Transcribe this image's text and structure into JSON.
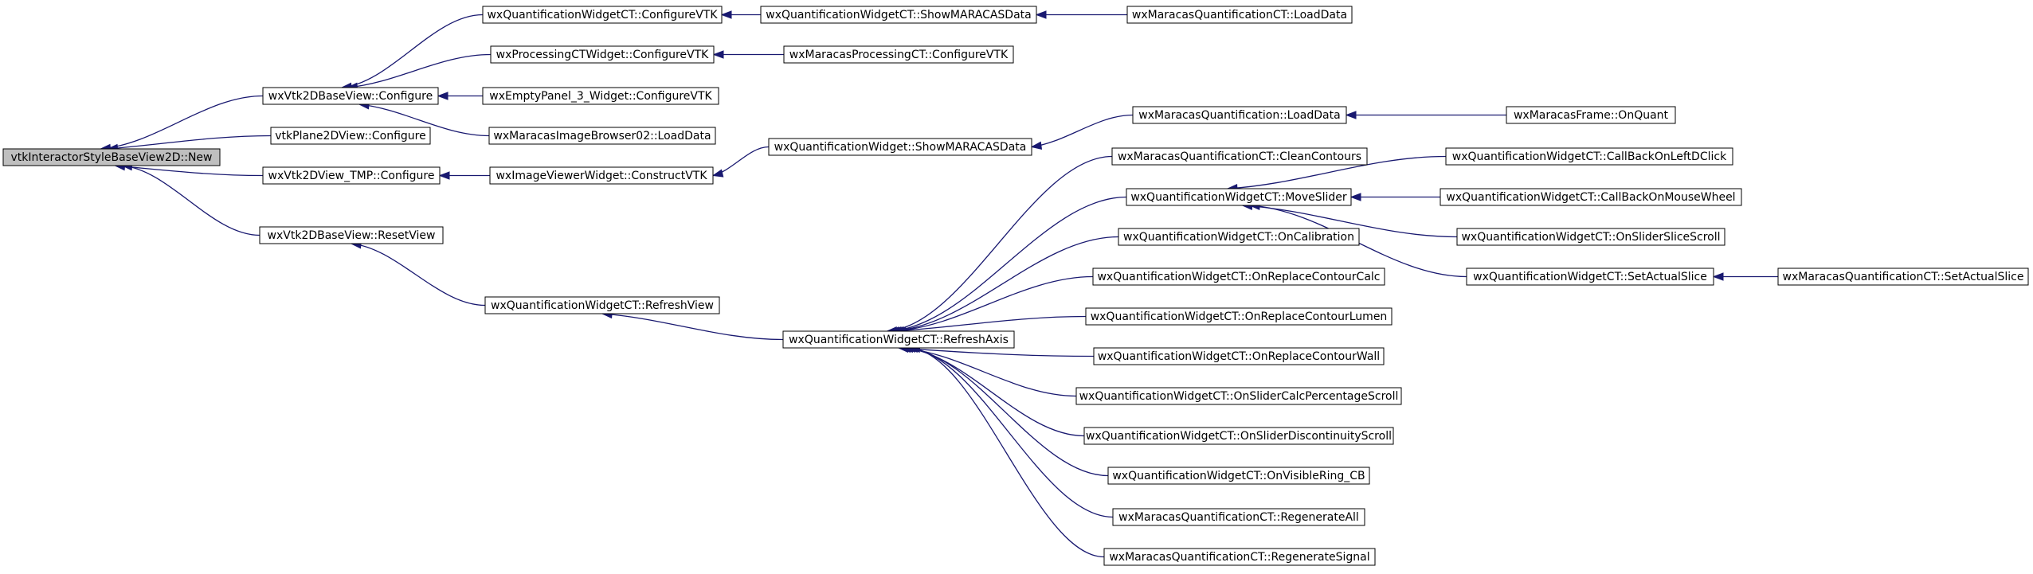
{
  "colors": {
    "edge": "#191970",
    "root_fill": "#bfbfbf",
    "node_fill": "#ffffff",
    "border": "#000000"
  },
  "nodes": [
    {
      "id": "n0",
      "label": "vtkInteractorStyleBaseView2D::New",
      "root": true
    },
    {
      "id": "n1",
      "label": "wxVtk2DBaseView::Configure"
    },
    {
      "id": "n2",
      "label": "vtkPlane2DView::Configure"
    },
    {
      "id": "n3",
      "label": "wxVtk2DView_TMP::Configure"
    },
    {
      "id": "n4",
      "label": "wxVtk2DBaseView::ResetView"
    },
    {
      "id": "n5",
      "label": "wxQuantificationWidgetCT::ConfigureVTK"
    },
    {
      "id": "n6",
      "label": "wxProcessingCTWidget::ConfigureVTK"
    },
    {
      "id": "n7",
      "label": "wxEmptyPanel_3_Widget::ConfigureVTK"
    },
    {
      "id": "n8",
      "label": "wxMaracasImageBrowser02::LoadData"
    },
    {
      "id": "n9",
      "label": "wxImageViewerWidget::ConstructVTK"
    },
    {
      "id": "n10",
      "label": "wxQuantificationWidgetCT::RefreshView"
    },
    {
      "id": "n11",
      "label": "wxQuantificationWidgetCT::ShowMARACASData"
    },
    {
      "id": "n12",
      "label": "wxMaracasProcessingCT::ConfigureVTK"
    },
    {
      "id": "n13",
      "label": "wxQuantificationWidget::ShowMARACASData"
    },
    {
      "id": "n14",
      "label": "wxQuantificationWidgetCT::RefreshAxis"
    },
    {
      "id": "n15",
      "label": "wxMaracasQuantificationCT::LoadData"
    },
    {
      "id": "n16",
      "label": "wxMaracasQuantification::LoadData"
    },
    {
      "id": "n17",
      "label": "wxMaracasQuantificationCT::CleanContours"
    },
    {
      "id": "n18",
      "label": "wxQuantificationWidgetCT::MoveSlider"
    },
    {
      "id": "n19",
      "label": "wxQuantificationWidgetCT::OnCalibration"
    },
    {
      "id": "n20",
      "label": "wxQuantificationWidgetCT::OnReplaceContourCalc"
    },
    {
      "id": "n21",
      "label": "wxQuantificationWidgetCT::OnReplaceContourLumen"
    },
    {
      "id": "n22",
      "label": "wxQuantificationWidgetCT::OnReplaceContourWall"
    },
    {
      "id": "n23",
      "label": "wxQuantificationWidgetCT::OnSliderCalcPercentageScroll"
    },
    {
      "id": "n24",
      "label": "wxQuantificationWidgetCT::OnSliderDiscontinuityScroll"
    },
    {
      "id": "n25",
      "label": "wxQuantificationWidgetCT::OnVisibleRing_CB"
    },
    {
      "id": "n26",
      "label": "wxMaracasQuantificationCT::RegenerateAll"
    },
    {
      "id": "n27",
      "label": "wxMaracasQuantificationCT::RegenerateSignal"
    },
    {
      "id": "n28",
      "label": "wxMaracasFrame::OnQuant"
    },
    {
      "id": "n29",
      "label": "wxQuantificationWidgetCT::CallBackOnLeftDClick"
    },
    {
      "id": "n30",
      "label": "wxQuantificationWidgetCT::CallBackOnMouseWheel"
    },
    {
      "id": "n31",
      "label": "wxQuantificationWidgetCT::OnSliderSliceScroll"
    },
    {
      "id": "n32",
      "label": "wxQuantificationWidgetCT::SetActualSlice"
    },
    {
      "id": "n33",
      "label": "wxMaracasQuantificationCT::SetActualSlice"
    }
  ],
  "edges": [
    {
      "from": "n1",
      "to": "n0"
    },
    {
      "from": "n2",
      "to": "n0"
    },
    {
      "from": "n3",
      "to": "n0"
    },
    {
      "from": "n4",
      "to": "n0"
    },
    {
      "from": "n5",
      "to": "n1"
    },
    {
      "from": "n6",
      "to": "n1"
    },
    {
      "from": "n7",
      "to": "n1"
    },
    {
      "from": "n8",
      "to": "n1"
    },
    {
      "from": "n9",
      "to": "n3"
    },
    {
      "from": "n10",
      "to": "n4"
    },
    {
      "from": "n11",
      "to": "n5"
    },
    {
      "from": "n12",
      "to": "n6"
    },
    {
      "from": "n13",
      "to": "n9"
    },
    {
      "from": "n14",
      "to": "n10"
    },
    {
      "from": "n15",
      "to": "n11"
    },
    {
      "from": "n16",
      "to": "n13"
    },
    {
      "from": "n28",
      "to": "n16"
    },
    {
      "from": "n17",
      "to": "n14"
    },
    {
      "from": "n18",
      "to": "n14"
    },
    {
      "from": "n19",
      "to": "n14"
    },
    {
      "from": "n20",
      "to": "n14"
    },
    {
      "from": "n21",
      "to": "n14"
    },
    {
      "from": "n22",
      "to": "n14"
    },
    {
      "from": "n23",
      "to": "n14"
    },
    {
      "from": "n24",
      "to": "n14"
    },
    {
      "from": "n25",
      "to": "n14"
    },
    {
      "from": "n26",
      "to": "n14"
    },
    {
      "from": "n27",
      "to": "n14"
    },
    {
      "from": "n29",
      "to": "n18"
    },
    {
      "from": "n30",
      "to": "n18"
    },
    {
      "from": "n31",
      "to": "n18"
    },
    {
      "from": "n32",
      "to": "n18"
    },
    {
      "from": "n33",
      "to": "n32"
    }
  ]
}
